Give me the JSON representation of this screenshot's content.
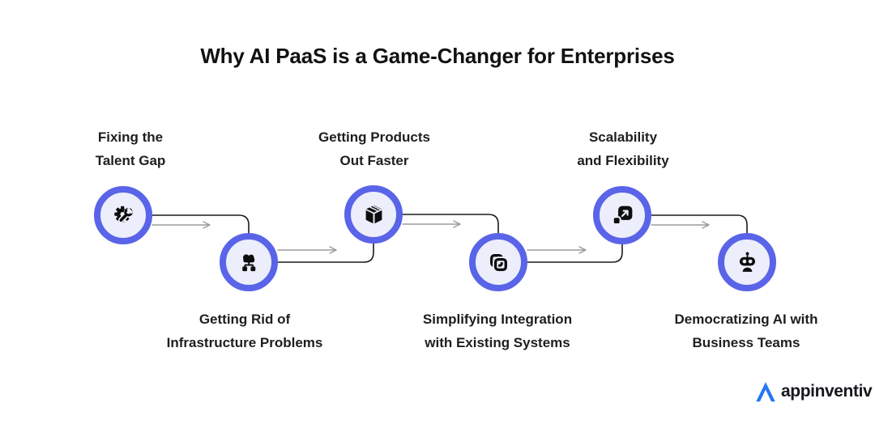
{
  "title": "Why AI PaaS is a Game-Changer for Enterprises",
  "colors": {
    "node_ring": "#5A64E8",
    "node_fill": "#ECEEFB",
    "icon": "#0D0D0D",
    "connector_line": "#1B1B1B",
    "arrow_line": "#9B9B9B",
    "text": "#1E1E1E",
    "logo_blue": "#2478F2",
    "logo_text": "#16181D",
    "background": "#FFFFFF"
  },
  "nodes": [
    {
      "icon": "gear-wrench-icon",
      "label": [
        "Fixing the",
        "Talent Gap"
      ],
      "label_position": "above"
    },
    {
      "icon": "cloud-network-icon",
      "label": [
        "Getting Rid of",
        "Infrastructure Problems"
      ],
      "label_position": "below"
    },
    {
      "icon": "package-icon",
      "label": [
        "Getting Products",
        "Out Faster"
      ],
      "label_position": "above"
    },
    {
      "icon": "integration-icon",
      "label": [
        "Simplifying Integration",
        "with Existing Systems"
      ],
      "label_position": "below"
    },
    {
      "icon": "scale-expand-icon",
      "label": [
        "Scalability",
        "and Flexibility"
      ],
      "label_position": "above"
    },
    {
      "icon": "robot-icon",
      "label": [
        "Democratizing AI with",
        "Business Teams"
      ],
      "label_position": "below"
    }
  ],
  "logo": {
    "text": "appinventiv"
  }
}
